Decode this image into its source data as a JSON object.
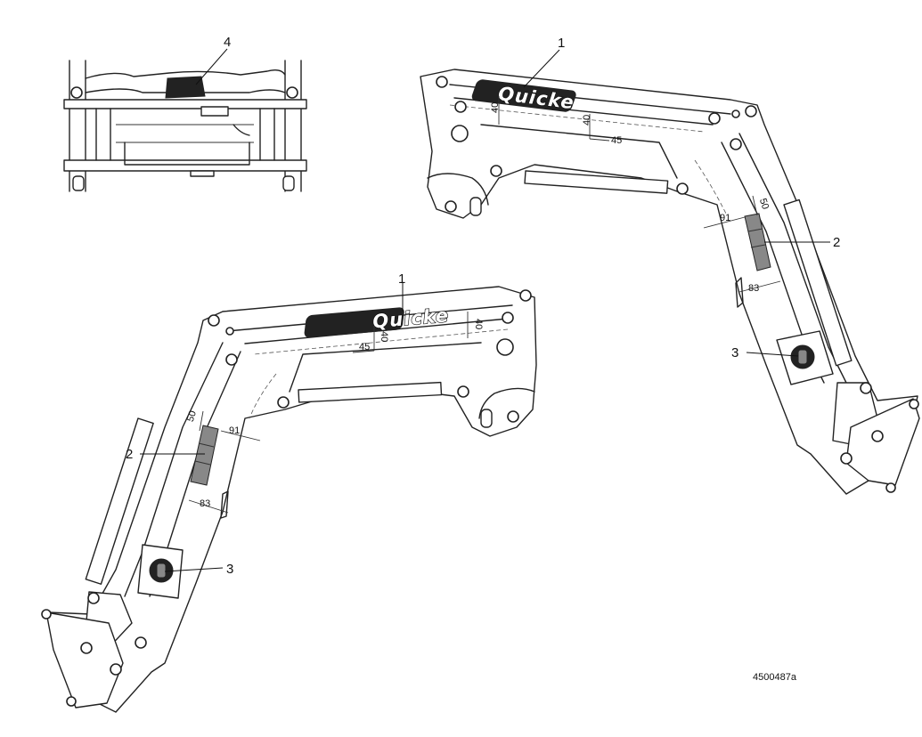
{
  "drawing": {
    "reference_code": "4500487a",
    "callouts": {
      "c1": "1",
      "c2": "2",
      "c3": "3",
      "c4": "4"
    },
    "brand_logo_text": "Quicke",
    "dimensions": {
      "d40": "40",
      "d45": "45",
      "d50": "50",
      "d91": "91",
      "d83": "83"
    }
  }
}
